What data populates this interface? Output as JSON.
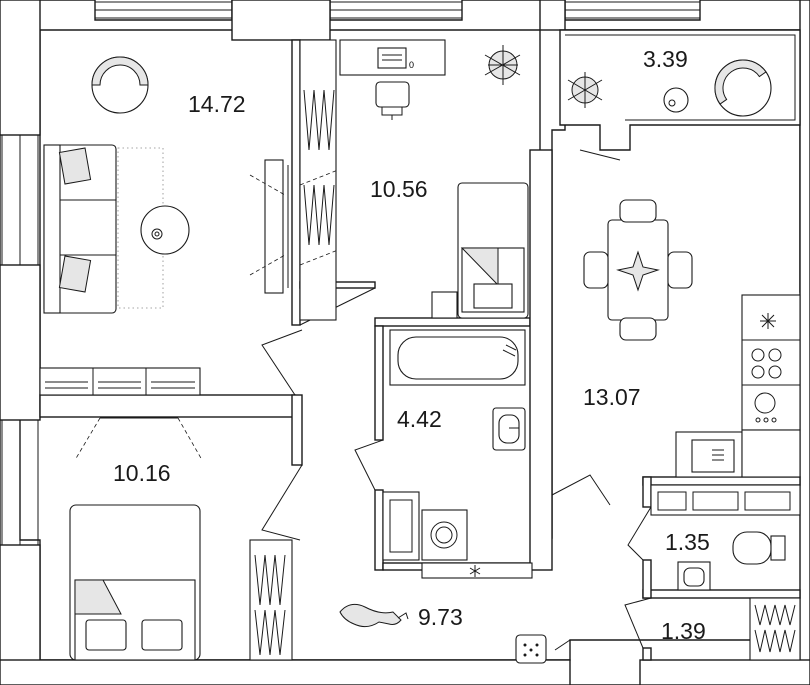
{
  "rooms": [
    {
      "id": "living-room",
      "area": "14.72"
    },
    {
      "id": "study-bedroom",
      "area": "10.56"
    },
    {
      "id": "balcony",
      "area": "3.39"
    },
    {
      "id": "kitchen-dining",
      "area": "13.07"
    },
    {
      "id": "bathroom",
      "area": "4.42"
    },
    {
      "id": "bedroom",
      "area": "10.16"
    },
    {
      "id": "hallway",
      "area": "9.73"
    },
    {
      "id": "toilet",
      "area": "1.35"
    },
    {
      "id": "storage",
      "area": "1.39"
    }
  ],
  "laptop_label": "0",
  "colors": {
    "line": "#1a1a1a",
    "fill_grey": "#e6e6e6",
    "background": "#ffffff"
  },
  "icons": [
    "armchair-icon",
    "sofa-icon",
    "round-table-icon",
    "plant-icon",
    "desk-icon",
    "laptop-icon",
    "office-chair-icon",
    "wardrobe-icon",
    "bunk-bed-icon",
    "dining-table-icon",
    "stove-icon",
    "oven-icon",
    "sink-icon",
    "fridge-icon",
    "bathtub-icon",
    "washbasin-icon",
    "washing-machine-icon",
    "toilet-icon",
    "double-bed-icon",
    "cat-icon",
    "pet-bowl-icon"
  ]
}
